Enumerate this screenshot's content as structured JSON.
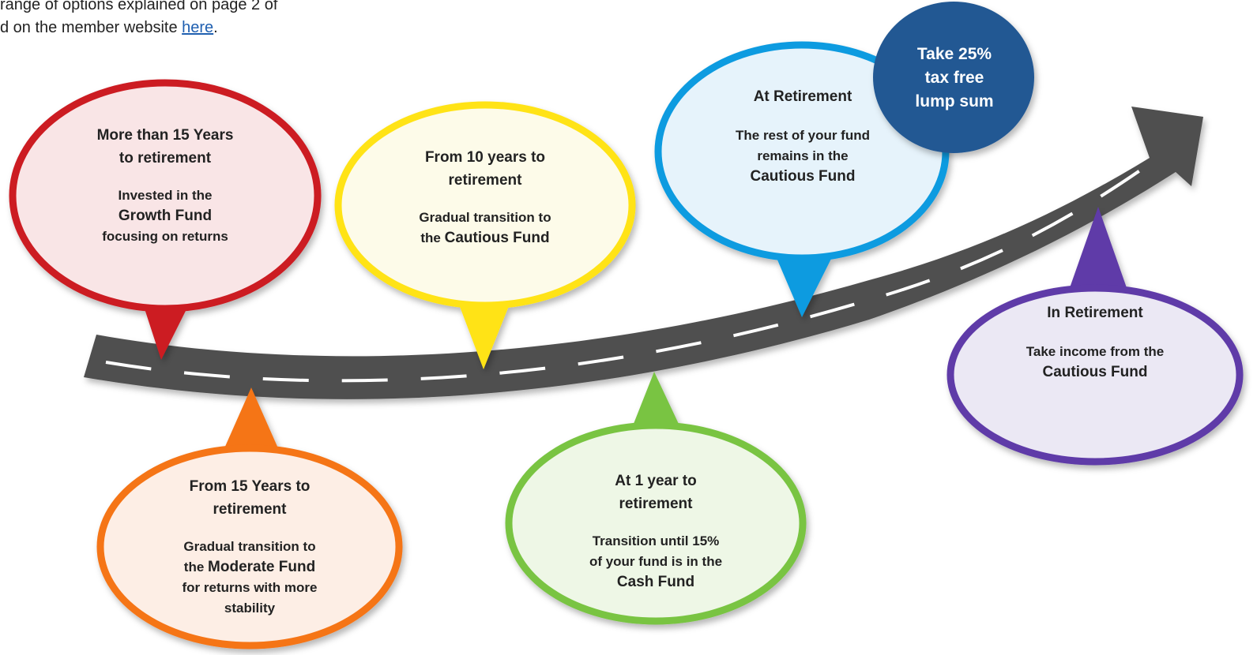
{
  "intro": {
    "line1": "range of options explained on page 2 of",
    "line2_prefix": "d on the member website ",
    "link": "here",
    "line2_suffix": "."
  },
  "colors": {
    "road": "#4f4f4f",
    "road_dash": "#ffffff",
    "red": "#cc1b22",
    "orange": "#f57418",
    "yellow": "#ffe314",
    "green": "#79c443",
    "blue": "#0d9be0",
    "navy": "#245893",
    "purple": "#5e3aa8"
  },
  "stages": [
    {
      "head": [
        "More than 15 Years",
        "to retirement"
      ],
      "body": [
        "Invested in the"
      ],
      "fund": "Growth Fund",
      "tail": [
        "focusing on returns"
      ]
    },
    {
      "head": [
        "From 15 Years to",
        "retirement"
      ],
      "body": [
        "Gradual transition to",
        "the"
      ],
      "fund": "Moderate Fund",
      "tail": [
        "for returns with more",
        "stability"
      ]
    },
    {
      "head": [
        "From 10 years to",
        "retirement"
      ],
      "body": [
        "Gradual transition to",
        "the"
      ],
      "fund": "Cautious Fund",
      "tail": []
    },
    {
      "head": [
        "At 1 year to",
        "retirement"
      ],
      "body": [
        "Transition until 15%",
        "of your fund is in the"
      ],
      "fund": "Cash Fund",
      "tail": []
    },
    {
      "head": [
        "At Retirement"
      ],
      "body": [
        "The rest of your fund",
        "remains in the"
      ],
      "fund": "Cautious Fund",
      "tail": []
    },
    {
      "head": [
        "In Retirement"
      ],
      "body": [
        "Take income from the"
      ],
      "fund": "Cautious Fund",
      "tail": []
    }
  ],
  "lump_sum": [
    "Take 25%",
    "tax free",
    "lump sum"
  ]
}
